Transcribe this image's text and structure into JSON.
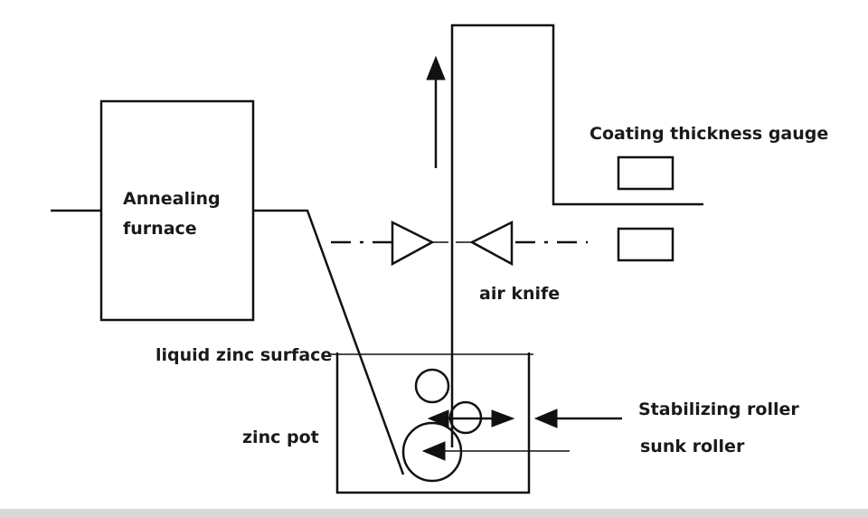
{
  "labels": {
    "annealing_line1": "Annealing",
    "annealing_line2": "furnace",
    "coating_gauge": "Coating thickness gauge",
    "air_knife": "air knife",
    "liquid_zinc_surface": "liquid zinc surface",
    "zinc_pot": "zinc pot",
    "stabilizing_roller": "Stabilizing roller",
    "sunk_roller": "sunk roller"
  },
  "colors": {
    "line": "#111111",
    "background": "#ffffff"
  }
}
